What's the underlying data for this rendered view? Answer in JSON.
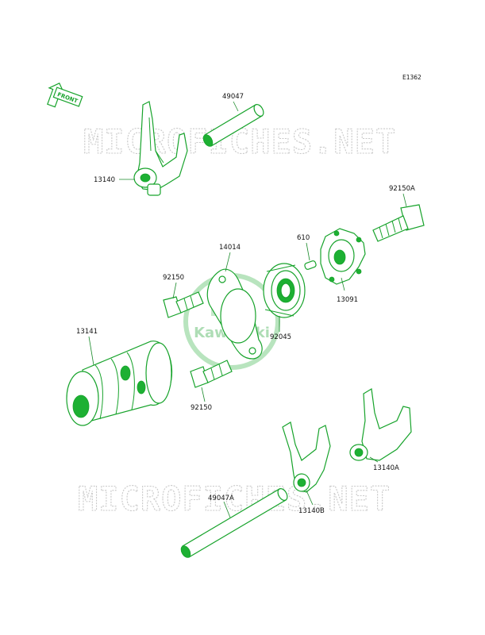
{
  "diagram_ref": "E1362",
  "front_arrow": {
    "label": "FRONT"
  },
  "watermark": {
    "text": "MICROFICHES.NET",
    "brand": "Kawasaki"
  },
  "colors": {
    "parts": "#17a32b",
    "watermark": "#c9c9c9",
    "text": "#111111"
  },
  "parts": {
    "p49047": "49047",
    "p13140": "13140",
    "p92150a": "92150A",
    "p610": "610",
    "p14014": "14014",
    "p92150_top": "92150",
    "p13091": "13091",
    "p92045": "92045",
    "p13141": "13141",
    "p92150_bottom": "92150",
    "p13140a": "13140A",
    "p49047a": "49047A",
    "p13140b": "13140B"
  }
}
